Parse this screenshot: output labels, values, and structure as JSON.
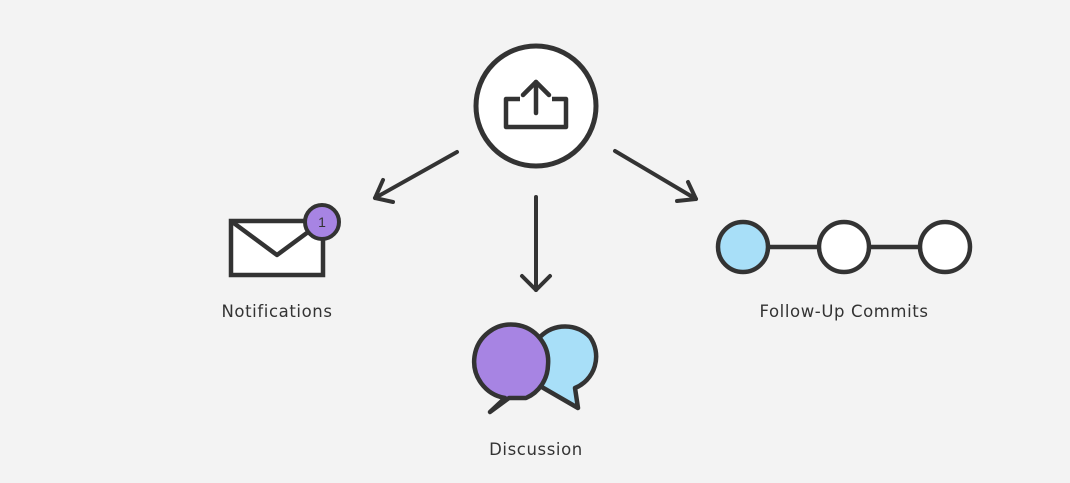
{
  "labels": {
    "notifications": "Notifications",
    "discussion": "Discussion",
    "follow_up_commits": "Follow-Up Commits"
  },
  "notification_badge": "1",
  "icons": {
    "central": "upload-icon",
    "notifications": "envelope-icon",
    "discussion": "speech-bubbles-icon",
    "commits": "commit-chain-icon"
  },
  "colors": {
    "background": "#f3f3f3",
    "stroke": "#333333",
    "purple": "#a784e3",
    "blue": "#a8dff8",
    "white": "#ffffff"
  }
}
